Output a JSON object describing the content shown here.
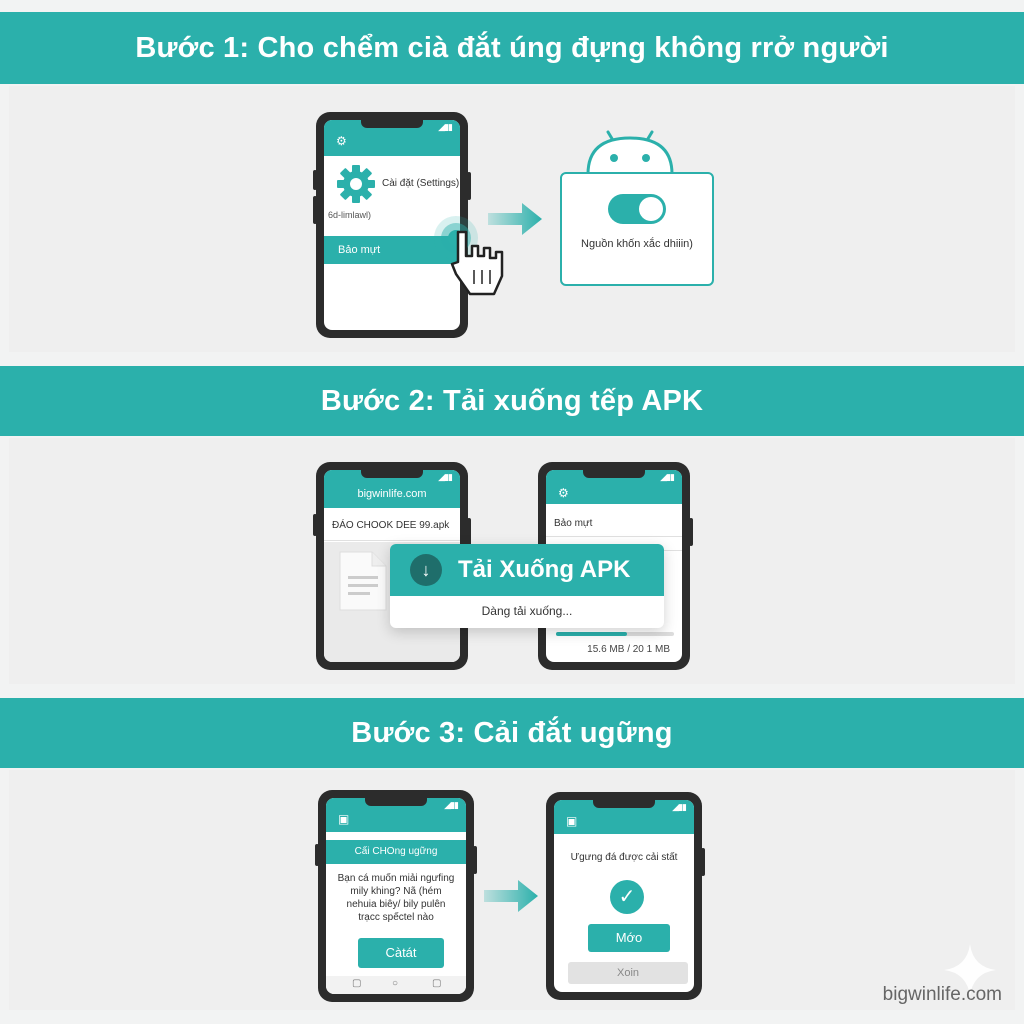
{
  "step1": {
    "title": "Bước 1: Cho chểm cià đắt úng đựng không rrở người",
    "phone": {
      "settings_label": "Cài đặt (Settings)",
      "sub_label": "6d-limlawl)",
      "security_label": "Bảo mựt"
    },
    "card": {
      "toggle_on": true,
      "label": "Nguồn khốn xắc dhiiin)"
    }
  },
  "step2": {
    "title": "Bước 2: Tải xuống tếp APK",
    "browser": {
      "url": "bigwinlife.com",
      "file_name": "ĐÁO CHOOK DEE 99.apk"
    },
    "settings_phone": {
      "item1": "Bảo mựt"
    },
    "download_popup": {
      "button_label": "Tải Xuống APK",
      "status": "Dàng tải xuống..."
    },
    "progress": {
      "fraction": 0.6,
      "label": "15.6 MB / 20 1 MB"
    }
  },
  "step3": {
    "title": "Bước 3: Cải đắt ugững",
    "dialog_phone": {
      "header": "Cấi CHOng ugững",
      "message": "Bạn cá muốn miải ngưfing mily khing? Nã (hém nehuia biêy/ bily pulên trạcc spếctel nào",
      "install_button": "Càtát"
    },
    "done_phone": {
      "message": "Ưgưng đá được cải stất",
      "open_button": "Mớo",
      "close_button": "Xoin"
    }
  },
  "watermark": "bigwinlife.com",
  "colors": {
    "accent": "#2bb0ab",
    "phone": "#2c2c2c",
    "background": "#f2f3f3"
  }
}
